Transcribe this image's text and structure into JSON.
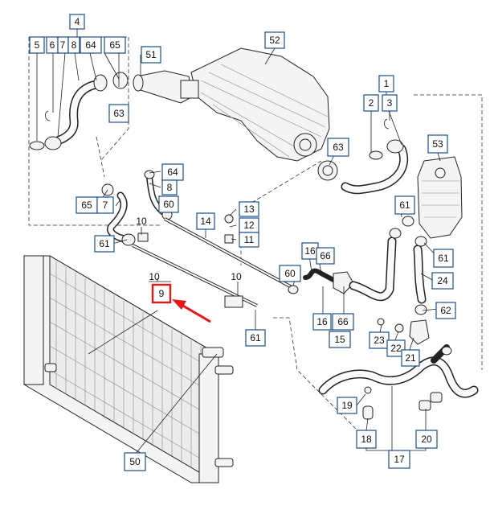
{
  "highlight_color": "#e8151b",
  "box_color": "#1a4f8a",
  "callouts": {
    "c4": "4",
    "c5": "5",
    "c6": "6",
    "c7": "7",
    "c8": "8",
    "c64a": "64",
    "c65a": "65",
    "c51": "51",
    "c52": "52",
    "c63a": "63",
    "c63b": "63",
    "c1": "1",
    "c2": "2",
    "c3": "3",
    "c53": "53",
    "c64b": "64",
    "c8b": "8",
    "c60a": "60",
    "c65b": "65",
    "c7b": "7",
    "c10a": "10",
    "c61a": "61",
    "c14": "14",
    "c13": "13",
    "c12": "12",
    "c11": "11",
    "c61b": "61",
    "c61c": "61",
    "c16a": "16",
    "c66a": "66",
    "c60b": "60",
    "c24": "24",
    "c10b": "10",
    "c9": "9",
    "c10c": "10",
    "c16b": "16",
    "c66b": "66",
    "c15": "15",
    "c62": "62",
    "c23": "23",
    "c22": "22",
    "c21": "21",
    "c61d": "61",
    "c19": "19",
    "c18": "18",
    "c20": "20",
    "c17": "17",
    "c50": "50"
  }
}
